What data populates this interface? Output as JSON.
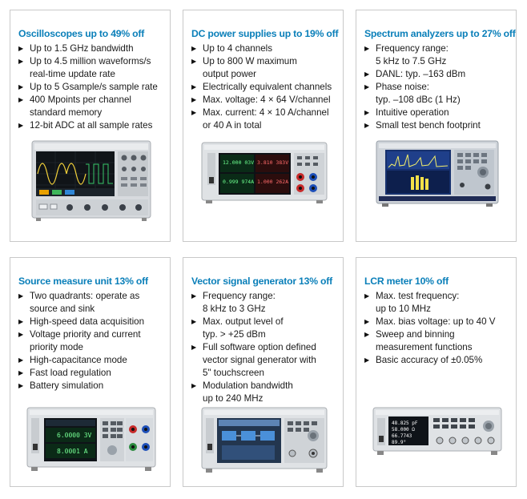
{
  "colors": {
    "title": "#0a7fb9",
    "border": "#c9c9c9",
    "text": "#1a1a1a"
  },
  "cards": [
    {
      "title": "Oscilloscopes up to 49% off",
      "bullets": [
        "Up to 1.5 GHz bandwidth",
        "Up to 4.5 million waveforms/s\nreal-time update rate",
        "Up to 5 Gsample/s sample rate",
        "400 Mpoints per channel\nstandard memory",
        "12-bit ADC at all sample rates"
      ],
      "image": "oscilloscope-image"
    },
    {
      "title": "DC power supplies up to 19% off",
      "bullets": [
        "Up to 4 channels",
        "Up to 800 W maximum\noutput power",
        "Electrically equivalent channels",
        "Max. voltage: 4 × 64 V/channel",
        "Max. current: 4 × 10 A/channel\nor 40 A in total"
      ],
      "image": "dc-power-supply-image",
      "display": [
        "12.000 03V",
        "3.810 383V",
        "0.999 974A",
        "1.000 262A"
      ]
    },
    {
      "title": "Spectrum analyzers up to 27% off",
      "bullets": [
        "Frequency range:\n5 kHz to 7.5 GHz",
        "DANL: typ. –163 dBm",
        "Phase noise:\ntyp. –108 dBc (1 Hz)",
        "Intuitive operation",
        "Small test bench footprint"
      ],
      "image": "spectrum-analyzer-image"
    },
    {
      "title": "Source measure unit 13% off",
      "bullets": [
        "Two quadrants: operate as\nsource and sink",
        "High-speed data acquisition",
        "Voltage priority and current\npriority mode",
        "High-capacitance mode",
        "Fast load regulation",
        "Battery simulation"
      ],
      "image": "source-measure-unit-image",
      "display": [
        "6.0000 3V",
        "8.0001 A"
      ]
    },
    {
      "title": "Vector signal generator 13% off",
      "bullets": [
        "Frequency range:\n8 kHz to 3 GHz",
        "Max. output level of\ntyp. > +25 dBm",
        "Full software option defined\nvector signal generator with\n5\" touchscreen",
        "Modulation bandwidth\nup to 240 MHz"
      ],
      "image": "vector-signal-generator-image"
    },
    {
      "title": "LCR meter 10% off",
      "bullets": [
        "Max. test frequency:\nup to 10 MHz",
        "Max. bias voltage: up to 40 V",
        "Sweep and binning\nmeasurement functions",
        "Basic accuracy of ±0.05%"
      ],
      "image": "lcr-meter-image",
      "display": [
        "48.825 pF",
        "58.000 Ω",
        "66.7743",
        "89.9°"
      ]
    }
  ]
}
